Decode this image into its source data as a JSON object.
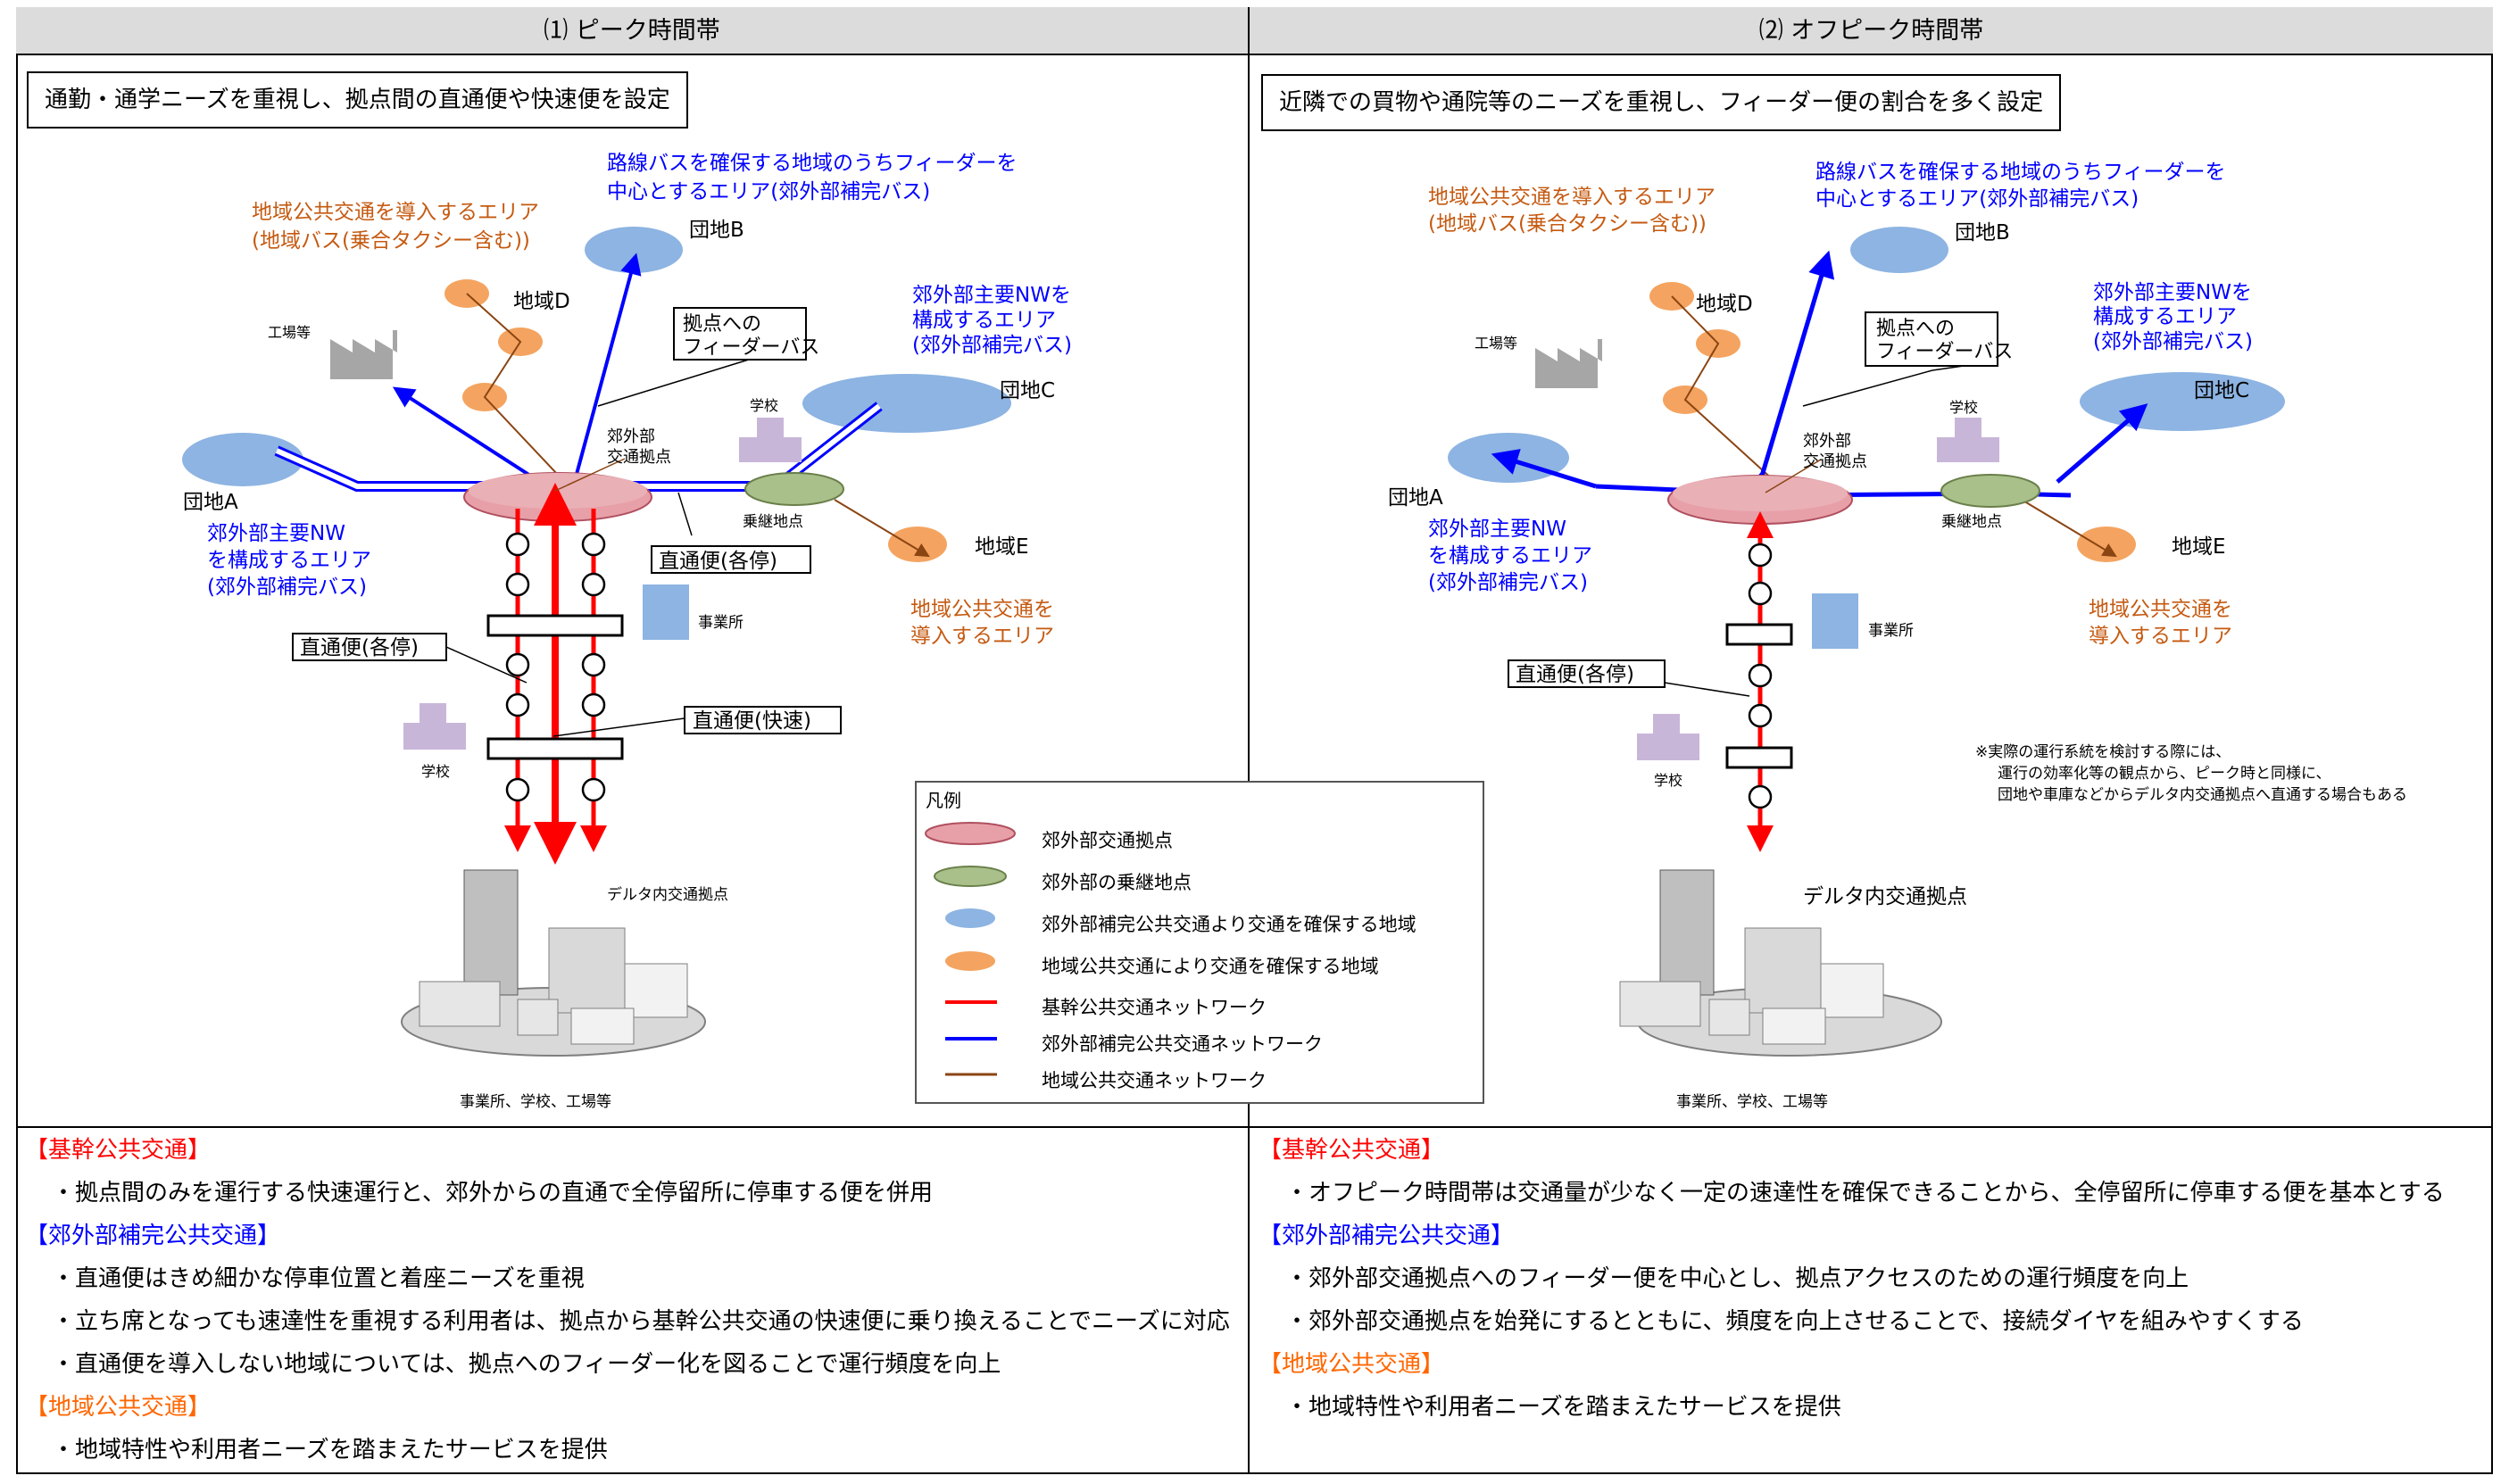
{
  "left": {
    "header": "⑴ ピーク時間帯",
    "summary": "通勤・通学ニーズを重視し、拠点間の直通便や快速便を設定",
    "labels": {
      "route_bus_area": [
        "路線バスを確保する地域のうちフィーダーを",
        "中心とするエリア(郊外部補完バス)"
      ],
      "local_area": [
        "地域公共交通を導入するエリア",
        "(地域バス(乗合タクシー含む))"
      ],
      "danchi_b": "団地B",
      "chiiki_d": "地域D",
      "factory": "工場等",
      "feeder_bus": [
        "拠点への",
        "フィーダーバス"
      ],
      "main_nw": [
        "郊外部主要NWを",
        "構成するエリア",
        "(郊外部補完バス)"
      ],
      "danchi_c": "団地C",
      "school": "学校",
      "hub": [
        "郊外部",
        "交通拠点"
      ],
      "danchi_a": "団地A",
      "transfer": "乗継地点",
      "main_nw_a": [
        "郊外部主要NW",
        "を構成するエリア",
        "(郊外部補完バス)"
      ],
      "express_local_1": "直通便(各停)",
      "chiiki_e": "地域E",
      "office": "事業所",
      "local_area_e": [
        "地域公共交通を",
        "導入するエリア"
      ],
      "express_local_2": "直通便(各停)",
      "express_rapid": "直通便(快速)",
      "school2": "学校",
      "delta": "デルタ内交通拠点",
      "city": "事業所、学校、工場等"
    }
  },
  "right": {
    "header": "⑵ オフピーク時間帯",
    "summary": "近隣での買物や通院等のニーズを重視し、フィーダー便の割合を多く設定",
    "labels": {
      "local_area": [
        "地域公共交通を導入するエリア",
        "(地域バス(乗合タクシー含む))"
      ],
      "route_bus_area": [
        "路線バスを確保する地域のうちフィーダーを",
        "中心とするエリア(郊外部補完バス)"
      ],
      "danchi_b": "団地B",
      "chiiki_d": "地域D",
      "factory": "工場等",
      "feeder_bus": [
        "拠点への",
        "フィーダーバス"
      ],
      "main_nw": [
        "郊外部主要NWを",
        "構成するエリア",
        "(郊外部補完バス)"
      ],
      "danchi_c": "団地C",
      "school": "学校",
      "hub": [
        "郊外部",
        "交通拠点"
      ],
      "danchi_a": "団地A",
      "transfer": "乗継地点",
      "main_nw_a": [
        "郊外部主要NW",
        "を構成するエリア",
        "(郊外部補完バス)"
      ],
      "chiiki_e": "地域E",
      "office": "事業所",
      "local_area_e": [
        "地域公共交通を",
        "導入するエリア"
      ],
      "express_local": "直通便(各停)",
      "school2": "学校",
      "note": [
        "※実際の運行系統を検討する際には、",
        "運行の効率化等の観点から、ピーク時と同様に、",
        "団地や車庫などからデルタ内交通拠点へ直通する場合もある"
      ],
      "delta": "デルタ内交通拠点",
      "city": "事業所、学校、工場等"
    }
  },
  "legend": {
    "title": "凡例",
    "items": [
      {
        "icon": "hub-ellipse-icon",
        "label": "郊外部交通拠点"
      },
      {
        "icon": "transfer-ellipse-icon",
        "label": "郊外部の乗継地点"
      },
      {
        "icon": "blue-area-icon",
        "label": "郊外部補完公共交通より交通を確保する地域"
      },
      {
        "icon": "orange-area-icon",
        "label": "地域公共交通により交通を確保する地域"
      },
      {
        "icon": "red-line-icon",
        "label": "基幹公共交通ネットワーク"
      },
      {
        "icon": "blue-line-icon",
        "label": "郊外部補完公共交通ネットワーク"
      },
      {
        "icon": "brown-line-icon",
        "label": "地域公共交通ネットワーク"
      }
    ]
  },
  "bottom_left": {
    "sec1": "【基幹公共交通】",
    "sec1_items": [
      "・拠点間のみを運行する快速運行と、郊外からの直通で全停留所に停車する便を併用"
    ],
    "sec2": "【郊外部補完公共交通】",
    "sec2_items": [
      "・直通便はきめ細かな停車位置と着座ニーズを重視",
      "・立ち席となっても速達性を重視する利用者は、拠点から基幹公共交通の快速便に乗り換えることでニーズに対応",
      "・直通便を導入しない地域については、拠点へのフィーダー化を図ることで運行頻度を向上"
    ],
    "sec3": "【地域公共交通】",
    "sec3_items": [
      "・地域特性や利用者ニーズを踏まえたサービスを提供"
    ]
  },
  "bottom_right": {
    "sec1": "【基幹公共交通】",
    "sec1_items": [
      "・オフピーク時間帯は交通量が少なく一定の速達性を確保できることから、全停留所に停車する便を基本とする"
    ],
    "sec2": "【郊外部補完公共交通】",
    "sec2_items": [
      "・郊外部交通拠点へのフィーダー便を中心とし、拠点アクセスのための運行頻度を向上",
      "・郊外部交通拠点を始発にするとともに、頻度を向上させることで、接続ダイヤを組みやすくする"
    ],
    "sec3": "【地域公共交通】",
    "sec3_items": [
      "・地域特性や利用者ニーズを踏まえたサービスを提供"
    ]
  },
  "colors": {
    "red": "#ff0000",
    "blue": "#0000ff",
    "brown": "#8b4513",
    "orange_text": "#c55a11",
    "orange_fill": "#f4a460",
    "blue_fill": "#8db4e2",
    "hub_fill": "#e8a0a8",
    "transfer_fill": "#a9c08a"
  }
}
